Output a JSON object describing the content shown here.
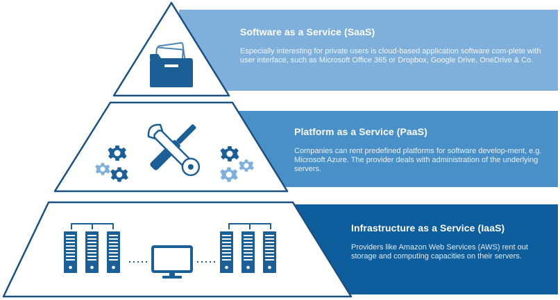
{
  "tiers": {
    "saas": {
      "title": "Software as a Service (SaaS)",
      "description": "Especially interesting for private users is cloud-based application software com-plete with user interface, such as Microsoft Office 365 or Dropbox, Google Drive, OneDrive & Co."
    },
    "paas": {
      "title": "Platform as a Service (PaaS)",
      "description": "Companies can rent predefined platforms for software develop-ment, e.g. Microsoft Azure. The provider deals with administration of the underlying servers."
    },
    "iaas": {
      "title": "Infrastructure as a Service (IaaS)",
      "description": "Providers like Amazon Web Services (AWS) rent out storage and computing capacities on their servers."
    }
  },
  "colors": {
    "saas": "#7fb0dc",
    "paas": "#4a90c8",
    "iaas": "#0e5e9e",
    "outline": "#1a4f80",
    "icon_dark": "#1c5f97",
    "icon_light": "#7fb0dc"
  },
  "icons": {
    "saas": "folder-icon",
    "paas": [
      "gear-icon",
      "wrench-screwdriver-icon"
    ],
    "iaas": [
      "server-rack-icon",
      "monitor-icon"
    ]
  }
}
